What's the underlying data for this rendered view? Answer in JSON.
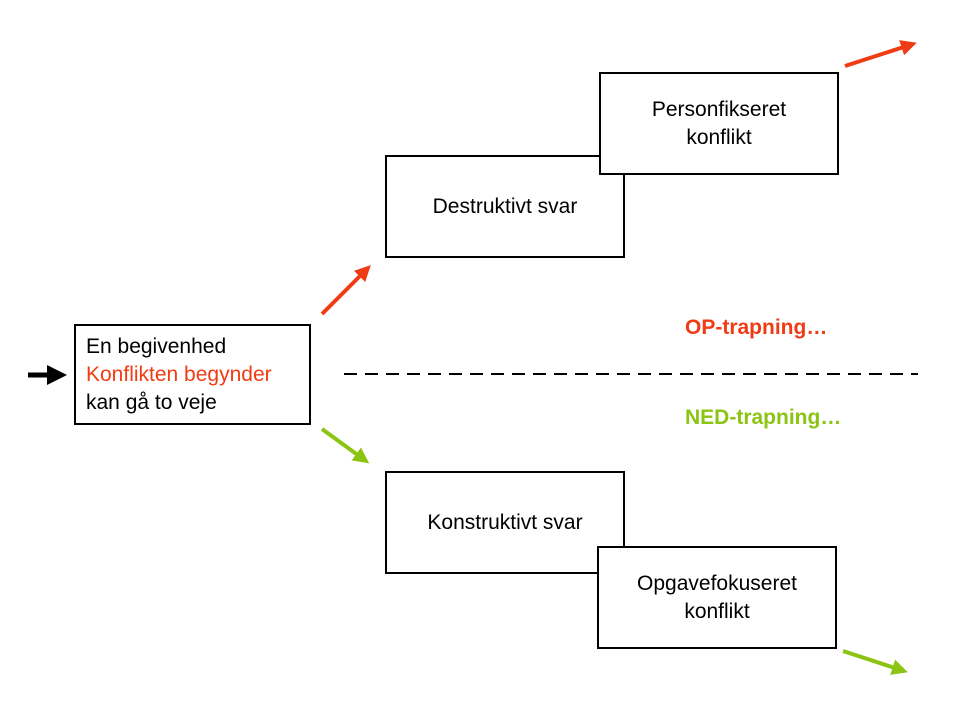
{
  "colors": {
    "escalation_up": "#f03c14",
    "escalation_down": "#8cc414",
    "lines": "#000000"
  },
  "event_box": {
    "line1": "En begivenhed",
    "line2": "Konflikten begynder",
    "line3": "kan gå to veje"
  },
  "destructive_box": {
    "label": "Destruktivt svar"
  },
  "personal_conflict_box": {
    "line1": "Personfikseret",
    "line2": "konflikt"
  },
  "constructive_box": {
    "label": "Konstruktivt svar"
  },
  "task_conflict_box": {
    "line1": "Opgavefokuseret",
    "line2": "konflikt"
  },
  "labels": {
    "up": "OP-trapning…",
    "down": "NED-trapning…"
  }
}
